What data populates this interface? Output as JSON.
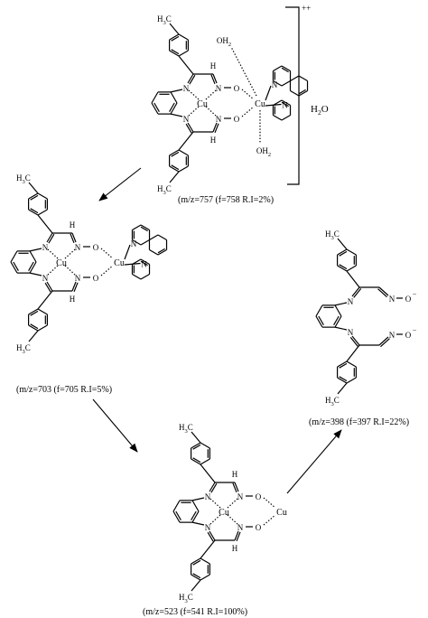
{
  "atoms": {
    "cu": "Cu",
    "n": "N",
    "o": "O",
    "h": "H",
    "oh2": "OH",
    "sub2": "2",
    "h3c": "H",
    "c": "C",
    "sub3": "3",
    "oneg": "O",
    "minus": "−"
  },
  "charge": "++",
  "water": "H",
  "water_sub": "2",
  "water_o": "O",
  "species": [
    {
      "caption": "(m/z=757 (f=758 R.I=2%)"
    },
    {
      "caption": "(m/z=703 (f=705 R.I=5%)"
    },
    {
      "caption": "(m/z=523 (f=541 R.I=100%)"
    },
    {
      "caption": "(m/z=398 (f=397 R.I=22%)"
    }
  ],
  "arrows": [
    {
      "from": "757",
      "to": "703"
    },
    {
      "from": "703",
      "to": "523"
    },
    {
      "from": "523",
      "to": "398"
    }
  ],
  "colors": {
    "ink": "#000000",
    "background": "#ffffff"
  }
}
